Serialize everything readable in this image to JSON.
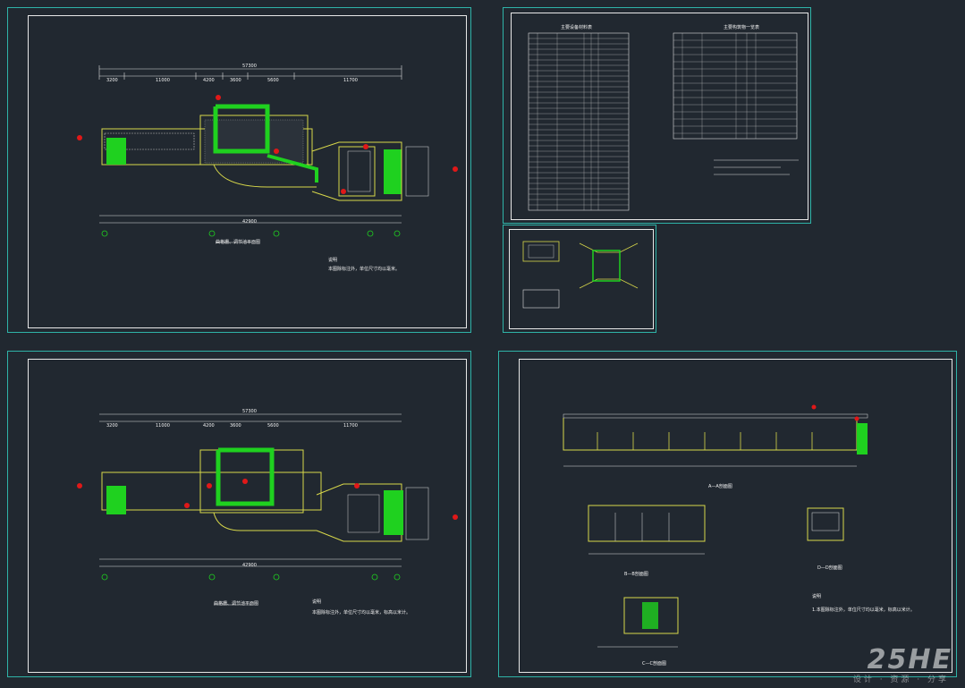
{
  "sheets": {
    "plan_top": {
      "dim_overall": "57300",
      "dim_segments": [
        "3200",
        "11000",
        "4200",
        "3600",
        "5600",
        "11700"
      ],
      "dim_bottom": "42900",
      "caption": "曲格栅、调节池平面图",
      "note_title": "说明",
      "note_text": "本图除标注外，单位尺寸均以毫米。"
    },
    "plan_bottom": {
      "dim_overall": "57300",
      "dim_segments": [
        "3200",
        "11000",
        "4200",
        "3600",
        "5600",
        "11700"
      ],
      "dim_bottom": "42900",
      "caption": "曲格栅、调节池平面图",
      "note_title": "说明",
      "note_text": "本图除标注外，单位尺寸均以毫米，标高以米计。"
    },
    "tables": {
      "left_title": "主要设备材料表",
      "right_title": "主要构筑物一览表"
    },
    "sections": {
      "aa_label": "A—A剖面图",
      "bb_label": "B—B剖面图",
      "cc_label": "C—C剖面图",
      "dd_label": "D—D剖面图",
      "note_title": "说明",
      "note_text": "1.本图除标注外，单位尺寸均以毫米，标高以米计。"
    }
  },
  "watermark": {
    "brand": "25HE",
    "sub": "设计 · 资源 · 分享"
  },
  "colors": {
    "sheet_border": "#2fb3a8",
    "inner_border": "#e8e8e8",
    "pipe": "#1fd11f",
    "wall": "#d8d84a",
    "accent": "#e01818",
    "bg": "#212830"
  }
}
